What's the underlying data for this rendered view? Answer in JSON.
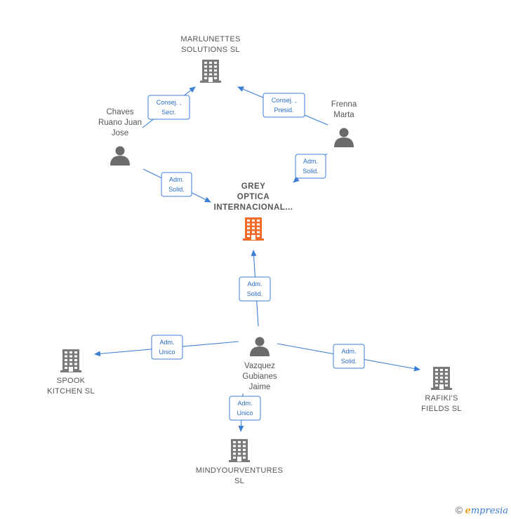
{
  "nodes": {
    "marlunettes": {
      "lines": [
        "MARLUNETTES",
        "SOLUTIONS  SL"
      ],
      "kind": "company"
    },
    "grey": {
      "lines": [
        "GREY",
        "OPTICA",
        "INTERNACIONAL..."
      ],
      "kind": "focus"
    },
    "spook": {
      "lines": [
        "SPOOK",
        "KITCHEN  SL"
      ],
      "kind": "company"
    },
    "mindyourventures": {
      "lines": [
        "MINDYOURVENTURES",
        "SL"
      ],
      "kind": "company"
    },
    "rafikis": {
      "lines": [
        "RAFIKI'S",
        "FIELDS  SL"
      ],
      "kind": "company"
    },
    "chaves": {
      "lines": [
        "Chaves",
        "Ruano Juan",
        "Jose"
      ],
      "kind": "person"
    },
    "frenna": {
      "lines": [
        "Frenna",
        "Marta"
      ],
      "kind": "person"
    },
    "vazquez": {
      "lines": [
        "Vazquez",
        "Gubianes",
        "Jaime"
      ],
      "kind": "person"
    }
  },
  "edges": [
    {
      "id": "chaves-marlunettes",
      "from": "chaves",
      "to": "marlunettes",
      "label": [
        "Consej. ,",
        "Secr."
      ]
    },
    {
      "id": "frenna-marlunettes",
      "from": "frenna",
      "to": "marlunettes",
      "label": [
        "Consej. ,",
        "Presid."
      ]
    },
    {
      "id": "frenna-grey",
      "from": "frenna",
      "to": "grey",
      "label": [
        "Adm.",
        "Solid."
      ]
    },
    {
      "id": "chaves-grey",
      "from": "chaves",
      "to": "grey",
      "label": [
        "Adm.",
        "Solid."
      ]
    },
    {
      "id": "vazquez-grey",
      "from": "vazquez",
      "to": "grey",
      "label": [
        "Adm.",
        "Solid."
      ]
    },
    {
      "id": "vazquez-spook",
      "from": "vazquez",
      "to": "spook",
      "label": [
        "Adm.",
        "Unico"
      ]
    },
    {
      "id": "vazquez-rafikis",
      "from": "vazquez",
      "to": "rafikis",
      "label": [
        "Adm.",
        "Solid."
      ]
    },
    {
      "id": "vazquez-mindyourventures",
      "from": "vazquez",
      "to": "mindyourventures",
      "label": [
        "Adm.",
        "Unico"
      ]
    }
  ],
  "colors": {
    "company": "#7a7a7a",
    "focus": "#f26b2b",
    "person": "#6b6b6b",
    "edge": "#3d7fd6"
  },
  "footer": {
    "copyright": "©",
    "brand_initial": "e",
    "brand_rest": "mpresia"
  }
}
